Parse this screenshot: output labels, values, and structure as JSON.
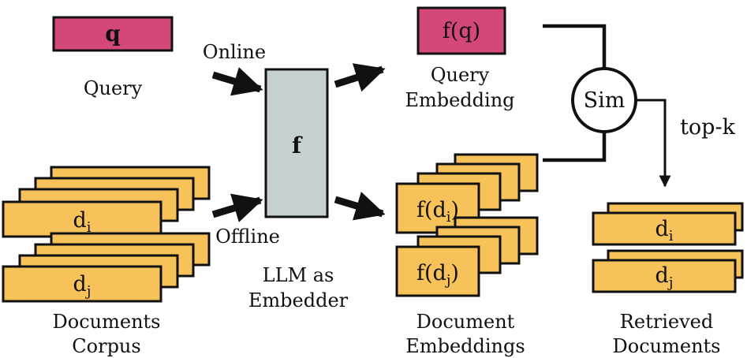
{
  "query": {
    "box_label": "q",
    "caption": "Query"
  },
  "modes": {
    "online": "Online",
    "offline": "Offline"
  },
  "embedder": {
    "box_label": "f",
    "caption_line1": "LLM as",
    "caption_line2": "Embedder"
  },
  "query_embedding": {
    "box_label": "f(q)",
    "caption_line1": "Query",
    "caption_line2": "Embedding"
  },
  "similarity": {
    "label": "Sim",
    "topk_label": "top-k"
  },
  "corpus": {
    "doc_i_base": "d",
    "doc_i_sub": "i",
    "doc_j_base": "d",
    "doc_j_sub": "j",
    "caption_line1": "Documents",
    "caption_line2": "Corpus"
  },
  "doc_embeddings": {
    "emb_i_prefix": "f(d",
    "emb_i_sub": "i",
    "emb_i_suffix": ")",
    "emb_j_prefix": "f(d",
    "emb_j_sub": "j",
    "emb_j_suffix": ")",
    "caption_line1": "Document",
    "caption_line2": "Embeddings"
  },
  "retrieved": {
    "doc_i_base": "d",
    "doc_i_sub": "i",
    "doc_j_base": "d",
    "doc_j_sub": "j",
    "caption_line1": "Retrieved",
    "caption_line2": "Documents"
  },
  "colors": {
    "query": "#d4477a",
    "doc": "#f7c25a",
    "embedder": "#c5d1d0",
    "stroke": "#111111"
  }
}
